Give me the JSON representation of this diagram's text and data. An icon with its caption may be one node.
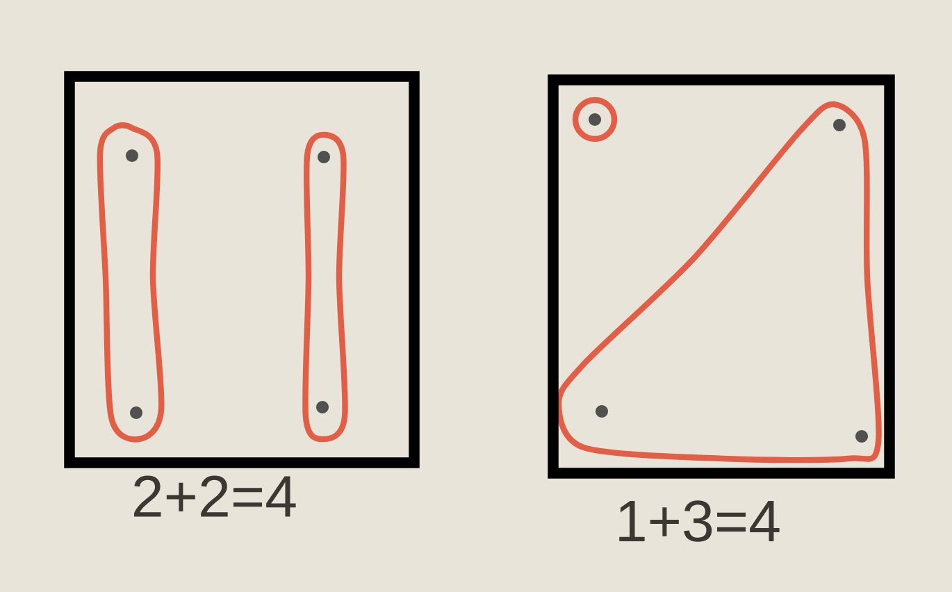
{
  "diagram": {
    "nodes": [
      {
        "text": [],
        "shape": "box",
        "beside": [
          "2+2=4"
        ]
      },
      {
        "text": [],
        "shape": "box",
        "beside": [
          "1+3=4"
        ]
      }
    ]
  }
}
